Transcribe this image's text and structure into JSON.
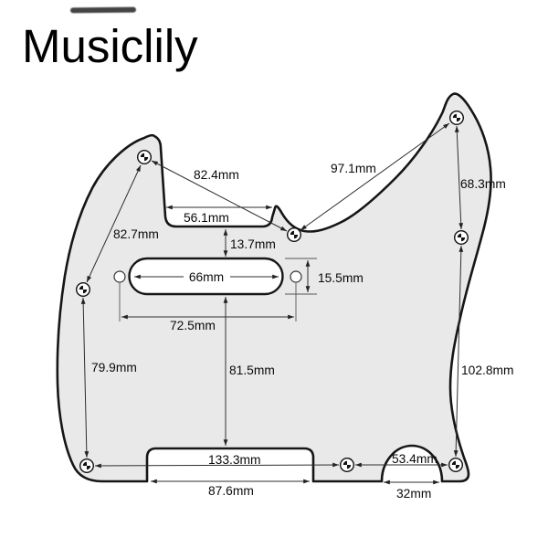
{
  "brand": "Musiclily",
  "diagram": {
    "subject": "telecaster-pickguard-dimensions",
    "unit": "mm",
    "labels": {
      "top_left_diag": "82.4mm",
      "top_right_diag": "97.1mm",
      "upper_right_span": "68.3mm",
      "upper_left_diag": "82.7mm",
      "neck_notch_width": "56.1mm",
      "notch_to_pickup_gap": "13.7mm",
      "pickup_opening_length": "66mm",
      "pickup_opening_height": "15.5mm",
      "pickup_screw_spacing": "72.5mm",
      "left_edge_span": "79.9mm",
      "pickup_to_bridge_gap": "81.5mm",
      "right_edge_span": "102.8mm",
      "lower_screw_span": "133.3mm",
      "lower_right_span": "53.4mm",
      "bridge_cutout_width": "87.6mm",
      "jack_cutout_width": "32mm"
    },
    "colors": {
      "pickguard_fill": "#e9e9e9",
      "outline": "#161616",
      "dimension_line": "#2e2e2e",
      "text": "#0a0a0a",
      "background": "#ffffff"
    }
  }
}
